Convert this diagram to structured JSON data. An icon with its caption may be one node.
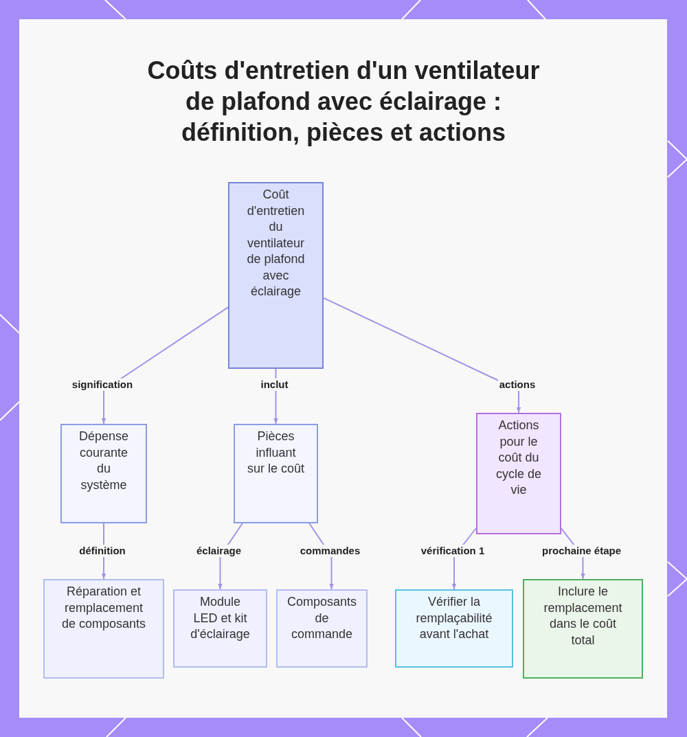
{
  "diagram": {
    "title": "Coûts d'entretien d'un ventilateur de plafond avec éclairage : définition, pièces et actions",
    "nodes": [
      {
        "text": [
          "Coût d'entretien du ventilateur de plafond avec éclairage"
        ]
      },
      {
        "text": [
          "Dépense courante du système"
        ]
      },
      {
        "text": [
          "Pièces influant sur le coût"
        ]
      },
      {
        "text": [
          "Actions pour le coût du cycle de vie"
        ]
      },
      {
        "text": [
          "Réparation et remplacement de composants"
        ]
      },
      {
        "text": [
          "Module LED et kit d'éclairage"
        ]
      },
      {
        "text": [
          "Composants de commande"
        ]
      },
      {
        "text": [
          "Vérifier la remplaçabilité avant l'achat"
        ]
      },
      {
        "text": [
          "Inclure le remplacement dans le coût total"
        ]
      }
    ],
    "edges": [
      {
        "from": 0,
        "to": 1,
        "arrow": "to",
        "label": "signification"
      },
      {
        "from": 0,
        "to": 2,
        "arrow": "to",
        "label": "inclut"
      },
      {
        "from": 0,
        "to": 3,
        "arrow": "to",
        "label": "actions"
      },
      {
        "from": 1,
        "to": 4,
        "arrow": "to",
        "label": "définition"
      },
      {
        "from": 2,
        "to": 5,
        "arrow": "to",
        "label": "éclairage"
      },
      {
        "from": 2,
        "to": 6,
        "arrow": "to",
        "label": "commandes"
      },
      {
        "from": 3,
        "to": 7,
        "arrow": "to",
        "label": "vérification 1"
      },
      {
        "from": 3,
        "to": 8,
        "arrow": "to",
        "label": "prochaine étape"
      }
    ]
  }
}
